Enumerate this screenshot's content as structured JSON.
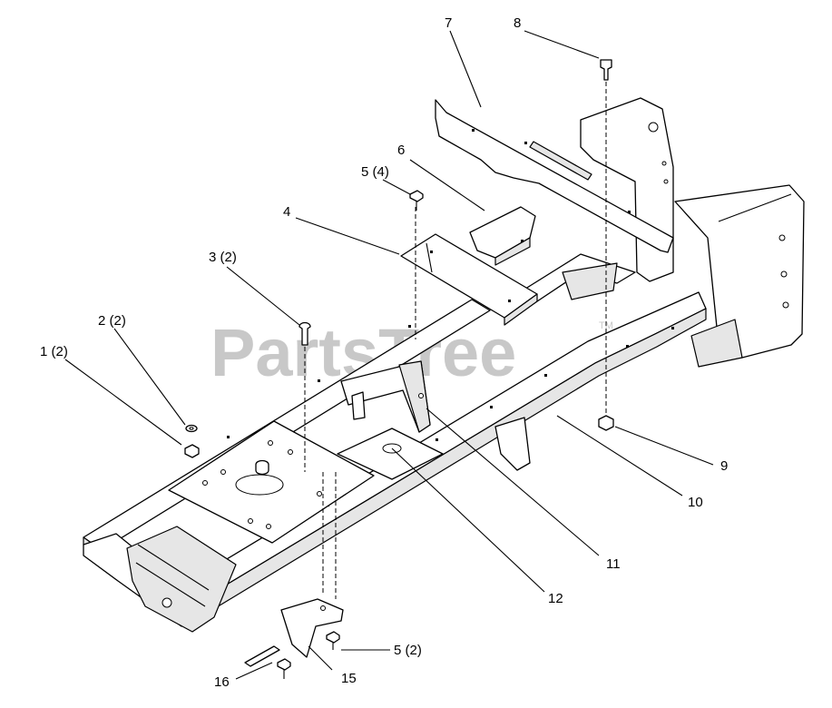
{
  "watermark": {
    "text": "PartsTree",
    "trademark": "TM"
  },
  "callouts": [
    {
      "id": "1",
      "text": "1 (2)"
    },
    {
      "id": "2",
      "text": "2 (2)"
    },
    {
      "id": "3",
      "text": "3 (2)"
    },
    {
      "id": "4",
      "text": "4"
    },
    {
      "id": "5a",
      "text": "5 (4)"
    },
    {
      "id": "5b",
      "text": "5 (2)"
    },
    {
      "id": "6",
      "text": "6"
    },
    {
      "id": "7",
      "text": "7"
    },
    {
      "id": "8",
      "text": "8"
    },
    {
      "id": "9",
      "text": "9"
    },
    {
      "id": "10",
      "text": "10"
    },
    {
      "id": "11",
      "text": "11"
    },
    {
      "id": "12",
      "text": "12"
    },
    {
      "id": "15",
      "text": "15"
    },
    {
      "id": "16",
      "text": "16"
    }
  ]
}
